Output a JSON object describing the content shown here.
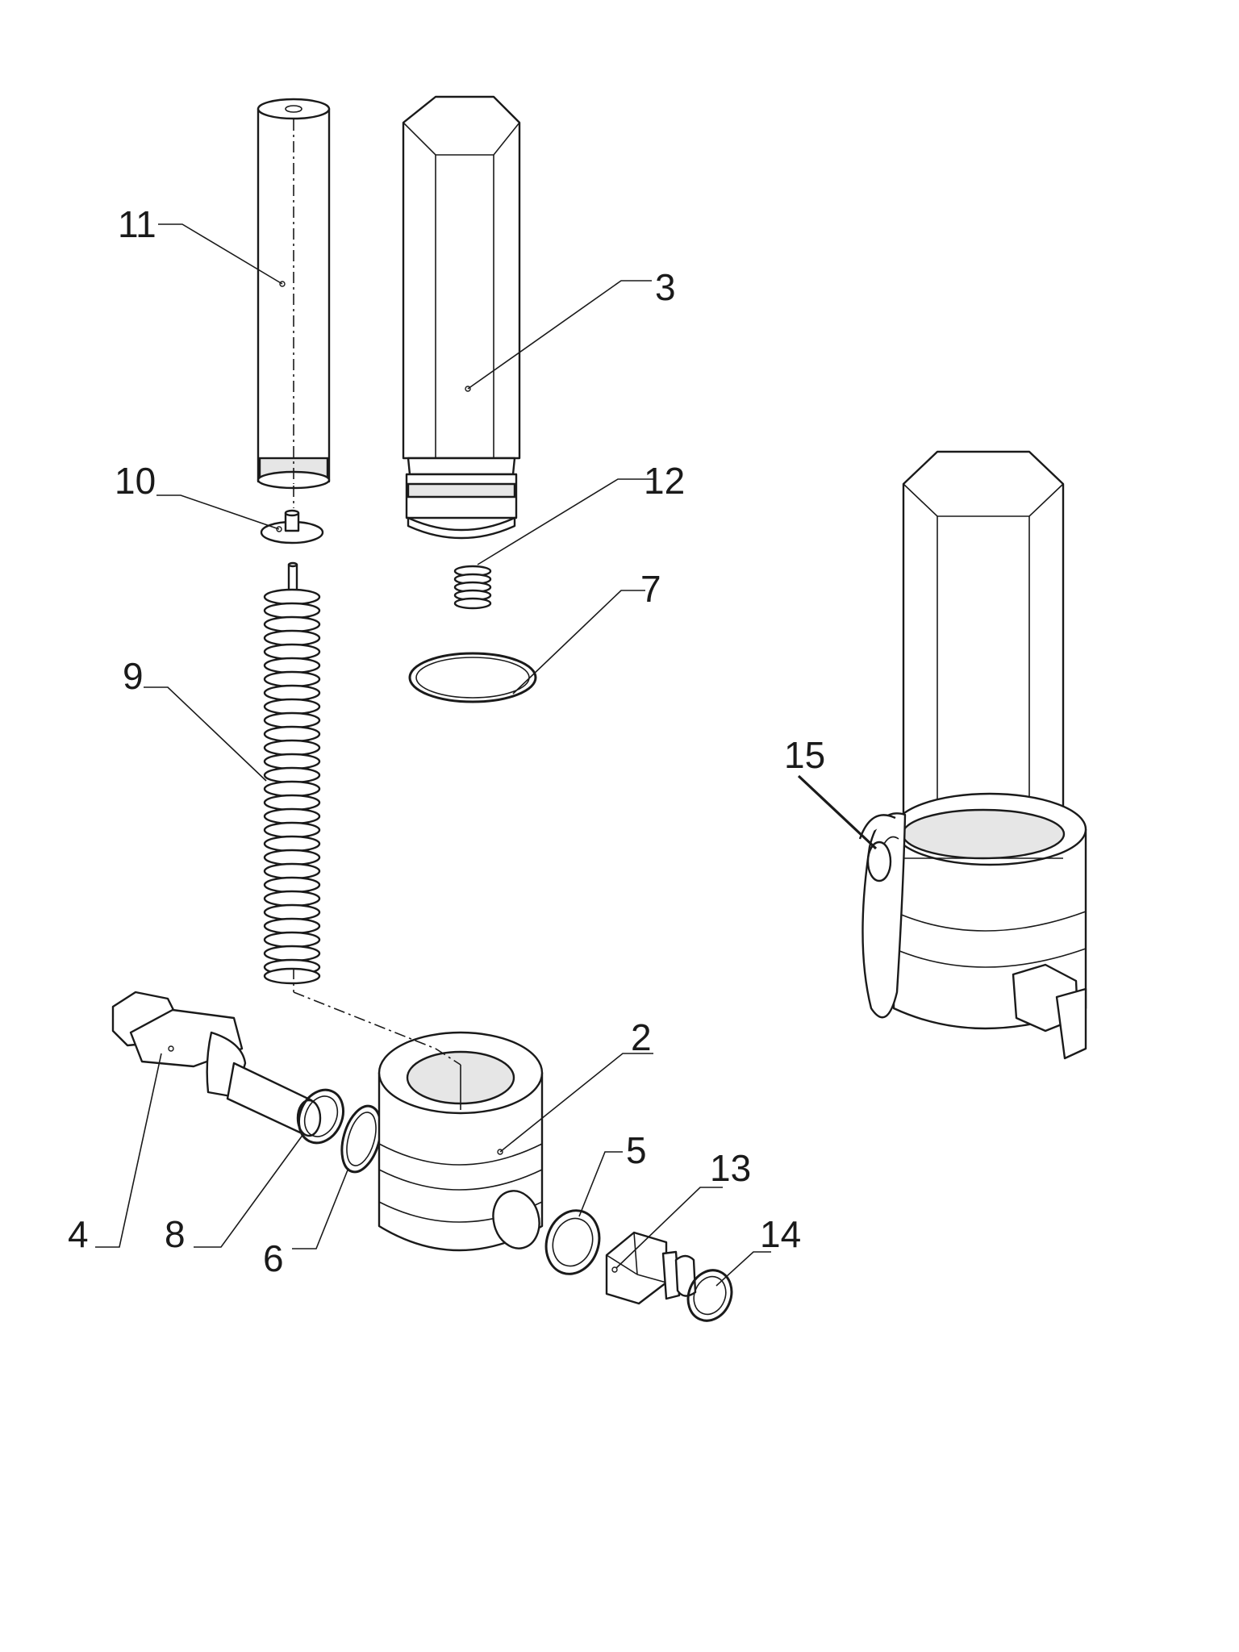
{
  "callouts": [
    {
      "id": "p11",
      "label": "11"
    },
    {
      "id": "p3",
      "label": "3"
    },
    {
      "id": "p10",
      "label": "10"
    },
    {
      "id": "p12",
      "label": "12"
    },
    {
      "id": "p7",
      "label": "7"
    },
    {
      "id": "p9",
      "label": "9"
    },
    {
      "id": "p15",
      "label": "15"
    },
    {
      "id": "p2",
      "label": "2"
    },
    {
      "id": "p5",
      "label": "5"
    },
    {
      "id": "p13",
      "label": "13"
    },
    {
      "id": "p14",
      "label": "14"
    },
    {
      "id": "p4",
      "label": "4"
    },
    {
      "id": "p8",
      "label": "8"
    },
    {
      "id": "p6",
      "label": "6"
    }
  ],
  "colors": {
    "line": "#1a1a1a",
    "background": "#ffffff",
    "shade": "#e6e6e6"
  }
}
